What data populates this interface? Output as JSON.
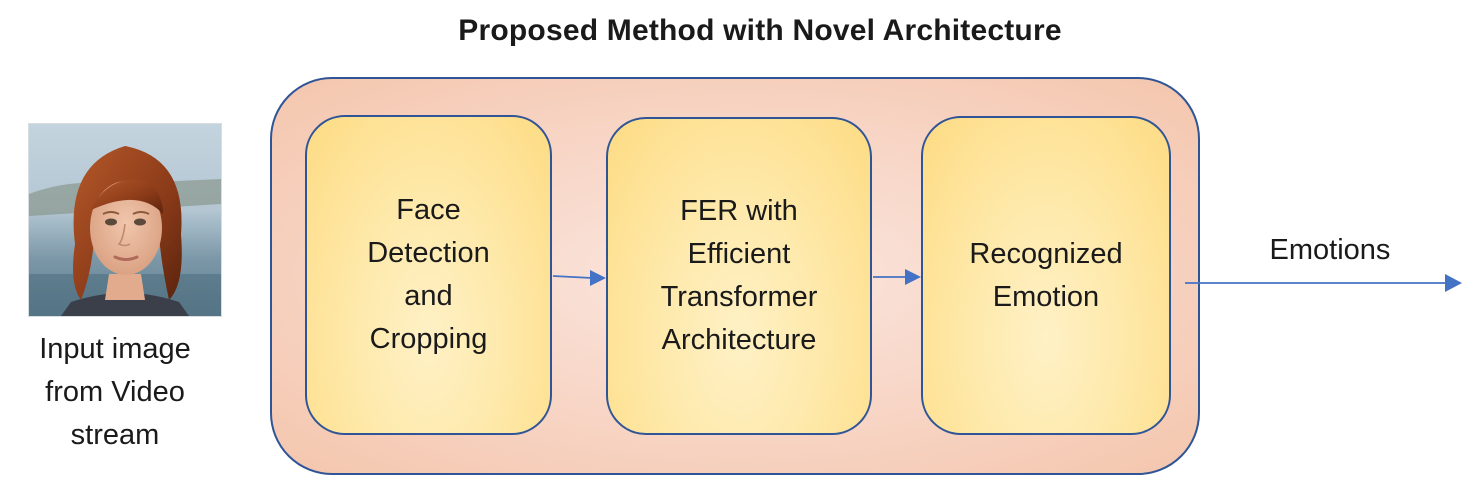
{
  "title": "Proposed Method with Novel Architecture",
  "input": {
    "caption": "Input image\nfrom Video\nstream"
  },
  "stages": [
    {
      "label": "Face\nDetection\nand\nCropping"
    },
    {
      "label": "FER with\nEfficient\nTransformer\nArchitecture"
    },
    {
      "label": "Recognized\nEmotion"
    }
  ],
  "output": {
    "label": "Emotions"
  },
  "colors": {
    "border": "#2f5597",
    "arrow": "#4472c4",
    "outer_fill": "#f7d3c2",
    "stage_fill": "#fee9aa"
  }
}
